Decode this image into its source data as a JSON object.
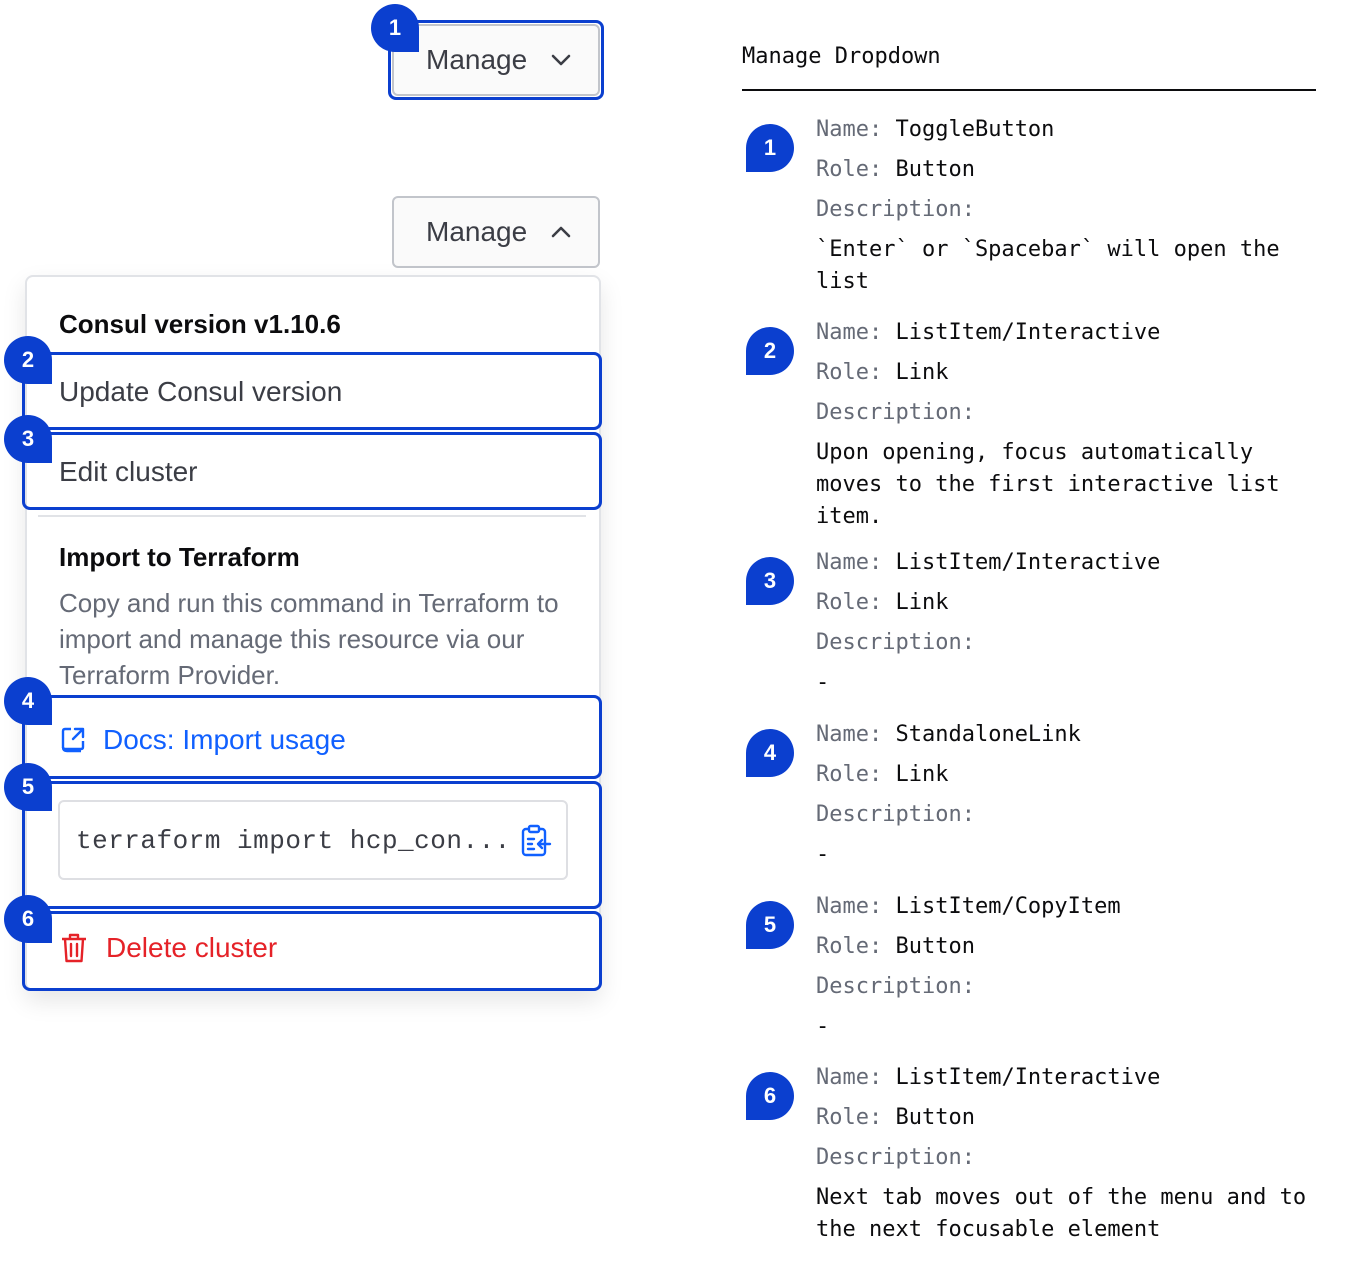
{
  "closed_toggle": {
    "label": "Manage",
    "badge": "1"
  },
  "open_toggle": {
    "label": "Manage"
  },
  "dropdown": {
    "version_title": "Consul version v1.10.6",
    "update_label": "Update Consul version",
    "edit_label": "Edit cluster",
    "import_title": "Import to Terraform",
    "import_description": "Copy and run this command in Terraform to import and manage this resource via our Terraform Provider.",
    "docs_link": "Docs: Import usage",
    "copy_command": "terraform import hcp_con...",
    "delete_label": "Delete cluster"
  },
  "badges": [
    "1",
    "2",
    "3",
    "4",
    "5",
    "6"
  ],
  "colors": {
    "focus": "#0b3fcf",
    "link": "#1060ff",
    "critical": "#e52228"
  },
  "icons": [
    "chevron-down-icon",
    "chevron-up-icon",
    "external-link-icon",
    "clipboard-copy-icon",
    "trash-icon"
  ],
  "doc": {
    "title": "Manage Dropdown",
    "name_key": "Name:",
    "role_key": "Role:",
    "description_key": "Description:",
    "entries": [
      {
        "num": "1",
        "name": "ToggleButton",
        "role": "Button",
        "description": "`Enter` or `Spacebar` will open the list"
      },
      {
        "num": "2",
        "name": "ListItem/Interactive",
        "role": "Link",
        "description": "Upon opening, focus automatically moves to the first interactive list item."
      },
      {
        "num": "3",
        "name": "ListItem/Interactive",
        "role": "Link",
        "description": "-"
      },
      {
        "num": "4",
        "name": "StandaloneLink",
        "role": "Link",
        "description": "-"
      },
      {
        "num": "5",
        "name": "ListItem/CopyItem",
        "role": "Button",
        "description": "-"
      },
      {
        "num": "6",
        "name": "ListItem/Interactive",
        "role": "Button",
        "description": "Next tab moves out of the menu and to the next focusable element"
      }
    ]
  }
}
